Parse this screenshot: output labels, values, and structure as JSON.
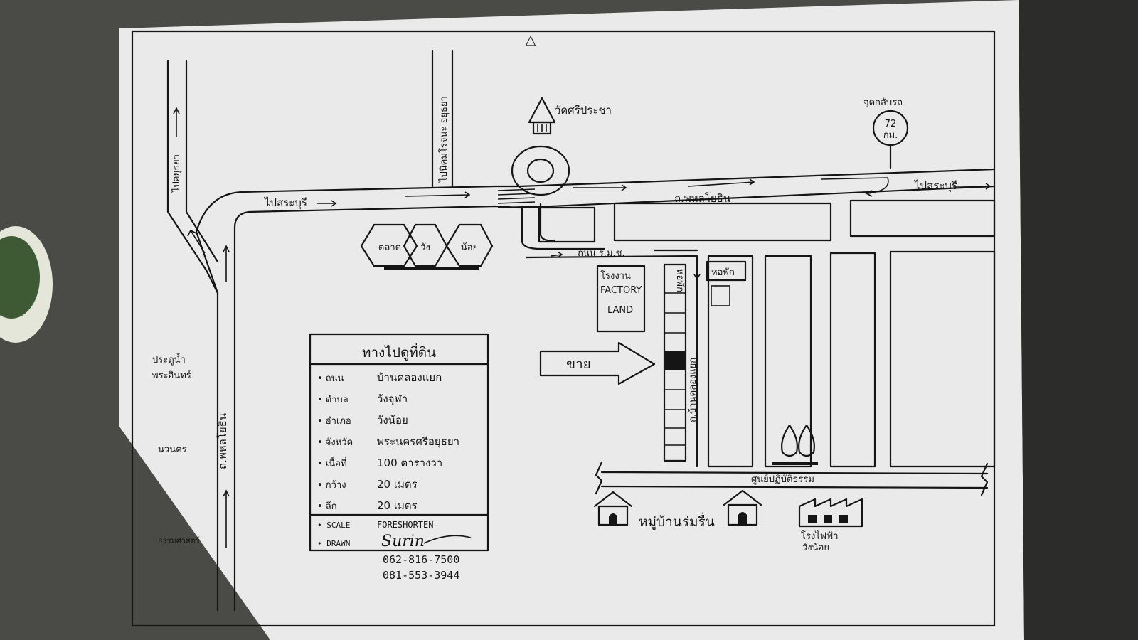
{
  "map": {
    "top_marker": "△",
    "roads": {
      "phahon_yothin_main": "ถ.พหลโยธิน",
      "phahon_yothin_side": "ถ.พหลโยธิน",
      "rmc_road": "ถนน ร.ม.ช.",
      "ban_khlong_yaek": "ถ.บ้านคลองแยก",
      "community_road": "ศูนย์ปฏิบัติธรรม"
    },
    "directions": {
      "to_ayutthaya": "ไปอยุธยา",
      "to_saraburi_left": "ไปสระบุรี",
      "to_saraburi_right": "ไปสระบุรี",
      "to_nikhom": "ไปนิคมโรจนะ อยุธยา"
    },
    "landmarks": {
      "temple": "วัดศรีประชา",
      "u_turn": "จุดกลับรถ",
      "km_marker": "72",
      "km_unit": "กม.",
      "market": [
        "ตลาด",
        "วัง",
        "น้อย"
      ],
      "factory_line1": "โรงงาน",
      "factory_line2": "FACTORY",
      "factory_line3": "LAND",
      "dorm_side": "หอพัก",
      "dorm": "หอพัก",
      "sale_arrow": "ขาย",
      "village": "หมู่บ้านร่มรื่น",
      "power_plant_line1": "โรงไฟฟ้า",
      "power_plant_line2": "วังน้อย",
      "left_labels": [
        "ประตูน้ำ",
        "พระอินทร์",
        "นวนคร",
        "ธรรมศาสตร์"
      ]
    },
    "info_box": {
      "title": "ทางไปดูที่ดิน",
      "rows": [
        {
          "label": "• ถนน",
          "value": "บ้านคลองแยก"
        },
        {
          "label": "• ตำบล",
          "value": "วังจุฬา"
        },
        {
          "label": "• อำเภอ",
          "value": "วังน้อย"
        },
        {
          "label": "• จังหวัด",
          "value": "พระนครศรีอยุธยา"
        },
        {
          "label": "• เนื้อที่",
          "value": "100 ตารางวา"
        },
        {
          "label": "• กว้าง",
          "value": "20 เมตร"
        },
        {
          "label": "• ลึก",
          "value": "20 เมตร"
        }
      ],
      "scale_label": "• SCALE",
      "scale_value": "FORESHORTEN",
      "drawn_label": "• DRAWN",
      "signature": "Surin"
    },
    "phones": [
      "062-816-7500",
      "081-553-3944"
    ]
  },
  "colors": {
    "paper": "#ececec",
    "ink": "#151515",
    "table": "#4a4b46"
  }
}
